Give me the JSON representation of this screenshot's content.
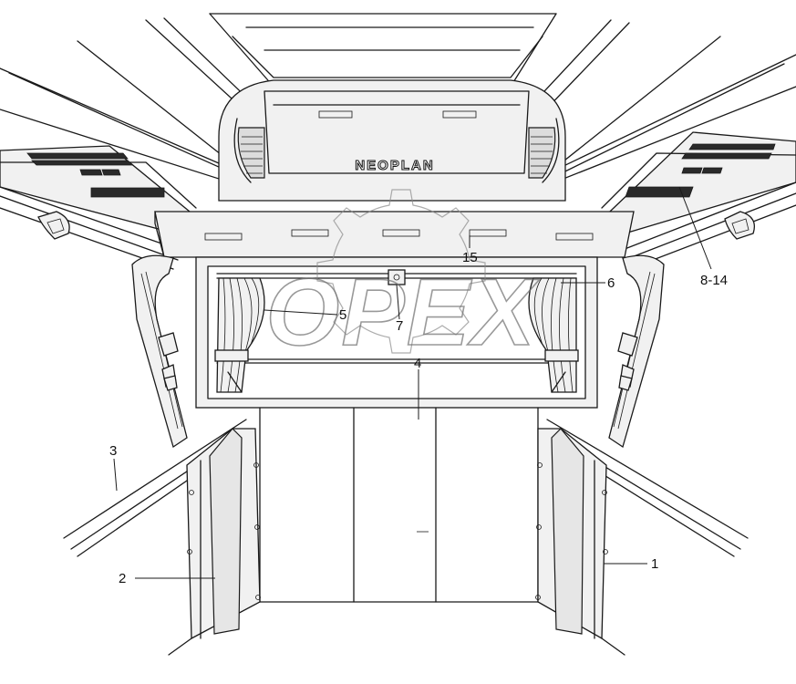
{
  "brand_text": "NEOPLAN",
  "watermark_text": "OPEX",
  "callouts": {
    "c1": "1",
    "c2": "2",
    "c3": "3",
    "c4": "4",
    "c5": "5",
    "c6": "6",
    "c7": "7",
    "c8_14": "8-14",
    "c15": "15"
  }
}
